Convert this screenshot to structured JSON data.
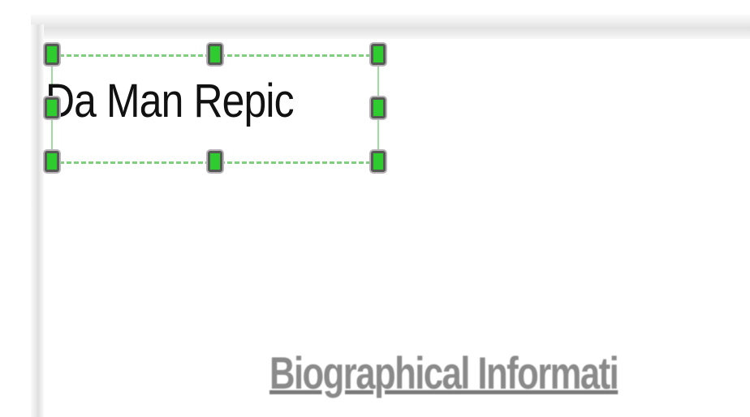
{
  "document": {
    "selected_textbox": {
      "text": "Da Man Repic",
      "selected": true,
      "handle_color": "#2ecc2e",
      "border_color": "#7fcf7f"
    },
    "heading": {
      "text": "Biographical Informati",
      "style": "bold underline",
      "color": "#8a8a8a"
    }
  },
  "colors": {
    "page_background": "#ffffff",
    "frame_gray": "#e2e2e2"
  }
}
